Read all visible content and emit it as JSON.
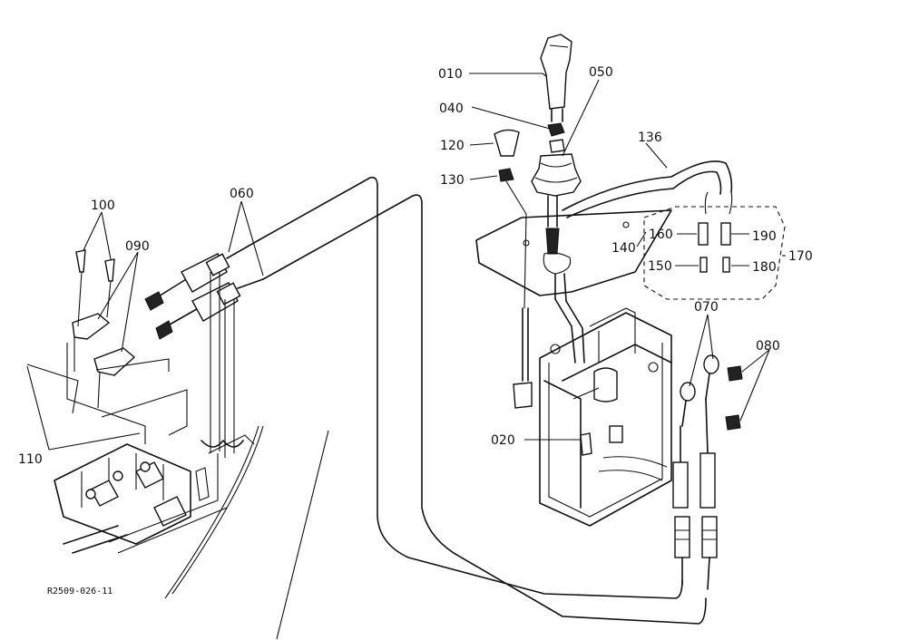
{
  "diagram": {
    "reference": "R2509-026-11",
    "callouts": {
      "c010": "010",
      "c040": "040",
      "c050": "050",
      "c120": "120",
      "c130": "130",
      "c136": "136",
      "c140": "140",
      "c160": "160",
      "c150": "150",
      "c190": "190",
      "c180": "180",
      "c170": "170",
      "c100": "100",
      "c090": "090",
      "c060": "060",
      "c110": "110",
      "c070": "070",
      "c080": "080",
      "c020": "020"
    }
  }
}
